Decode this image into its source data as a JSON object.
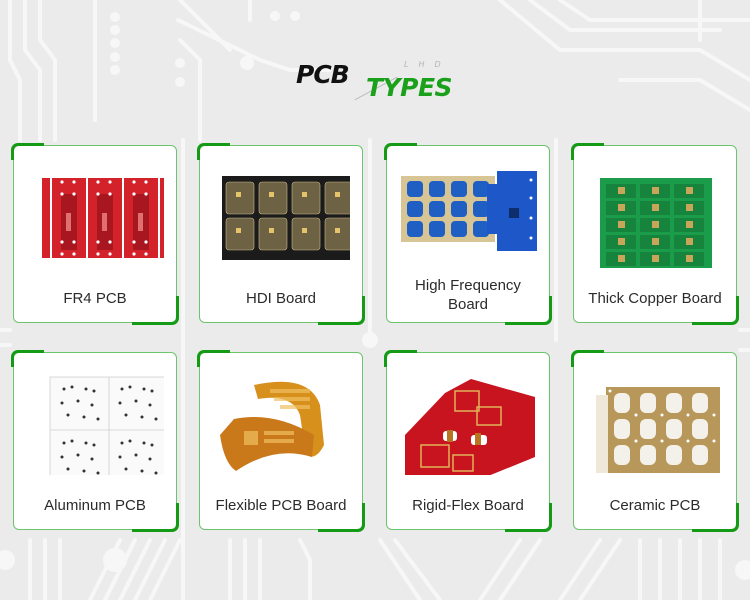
{
  "header": {
    "title_part1": "PCB",
    "title_part2": "TYPES",
    "brand_mark": "LHD"
  },
  "colors": {
    "accent_green": "#159a15",
    "border_green": "#6cc46c",
    "title_black": "#111111",
    "background": "#ebebeb"
  },
  "cards": [
    {
      "label": "FR4 PCB",
      "image": "red-fr4-pcb-panel"
    },
    {
      "label": "HDI Board",
      "image": "black-hdi-pcb-panel"
    },
    {
      "label": "High Frequency Board",
      "image": "blue-high-frequency-pcb"
    },
    {
      "label": "Thick Copper Board",
      "image": "green-thick-copper-pcb-panel"
    },
    {
      "label": "Aluminum PCB",
      "image": "white-aluminum-pcb-panel"
    },
    {
      "label": "Flexible PCB Board",
      "image": "orange-flexible-pcb"
    },
    {
      "label": "Rigid-Flex Board",
      "image": "red-rigid-flex-pcb"
    },
    {
      "label": "Ceramic PCB",
      "image": "gold-ceramic-pcb-panel"
    }
  ]
}
